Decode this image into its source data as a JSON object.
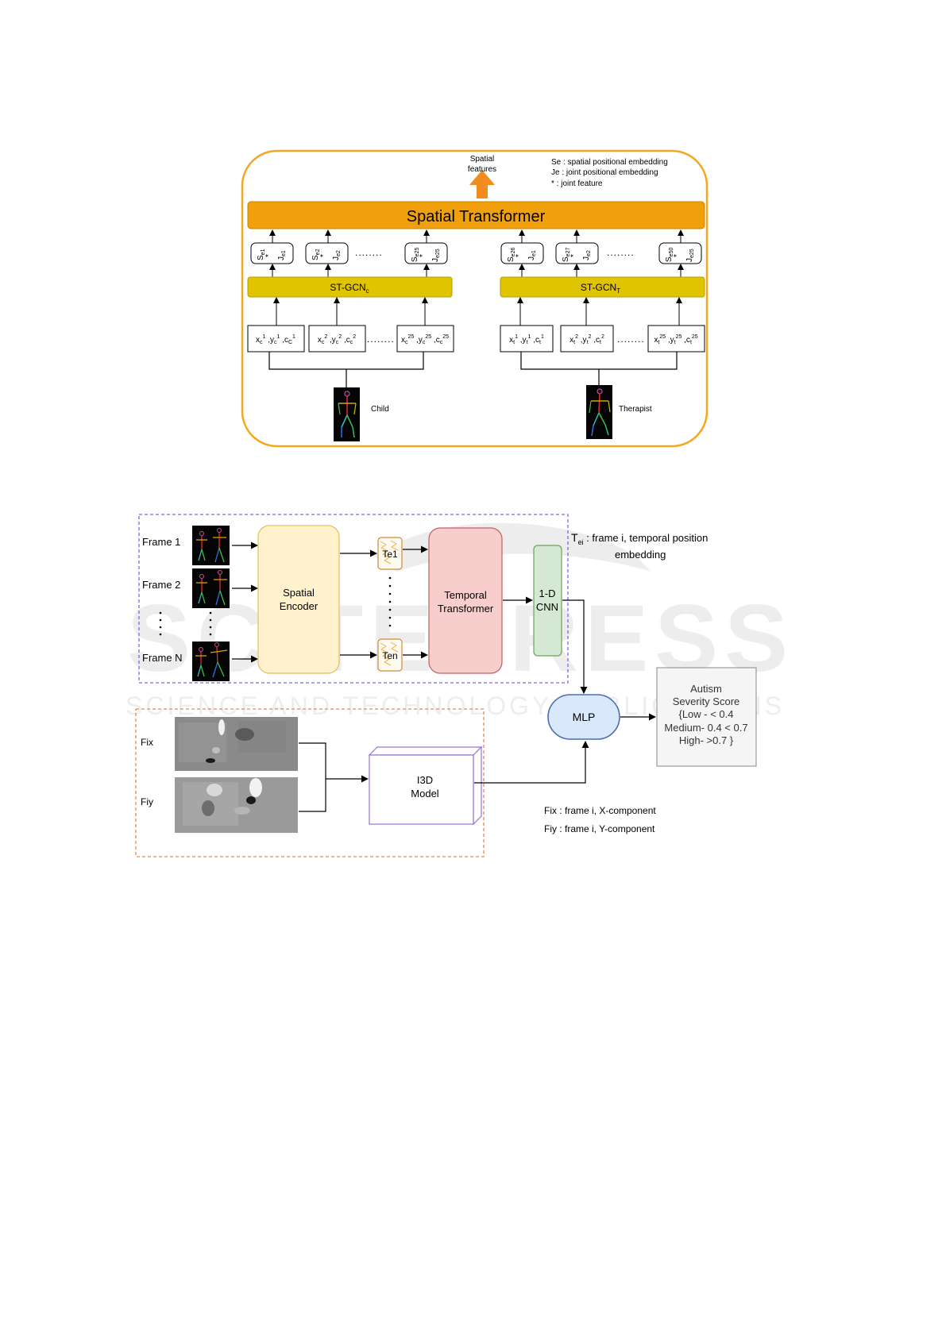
{
  "fig1": {
    "spatial_features": [
      "Spatial",
      "features"
    ],
    "legend": [
      "Se : spatial positional embedding",
      "Je : joint positional embedding",
      "* : joint feature"
    ],
    "title": "Spatial Transformer",
    "gcn_child_base": "ST-GCN",
    "gcn_child_sub": "c",
    "gcn_therapist_base": "ST-GCN",
    "gcn_therapist_sub": "T",
    "emb_child": [
      "S_e1, J_e1",
      "S_e2, J_e2",
      "S_e25, J_e25"
    ],
    "emb_therapist": [
      "S_e26, J_e1",
      "S_e27, J_e2",
      "S_e50, J_e25"
    ],
    "dots": "........",
    "child_label": "Child",
    "therapist_label": "Therapist"
  },
  "fig2": {
    "frames": [
      "Frame 1",
      "Frame 2",
      "Frame N"
    ],
    "spatial_encoder": [
      "Spatial",
      "Encoder"
    ],
    "te_first": "Te1",
    "te_last": "Ten",
    "temporal_transformer": [
      "Temporal",
      "Transformer"
    ],
    "cnn": [
      "1-D",
      "CNN"
    ],
    "tei_note_line1": "frame i, temporal position",
    "tei_note_line2": "embedding",
    "tei_symbol": "T",
    "tei_sub": "ei",
    "mlp": "MLP",
    "score": [
      "Autism",
      "Severity Score",
      "{Low - < 0.4",
      "Medium- 0.4 < 0.7",
      "High- >0.7 }"
    ],
    "fix_label": "Fix",
    "fiy_label": "Fiy",
    "i3d": [
      "I3D",
      "Model"
    ],
    "fix_note": "Fix : frame i, X-component",
    "fiy_note": "Fiy : frame i, Y-component"
  },
  "watermark": {
    "main": "SCITEPRESS",
    "sub": "SCIENCE AND TECHNOLOGY PUBLICATIONS"
  },
  "colors": {
    "orange_border": "#f2a81e",
    "transformer_bar": "#f0a00a",
    "gcn_bar": "#e1c400",
    "encoder_fill": "#fff2cc",
    "encoder_border": "#e0c060",
    "temporal_fill": "#f8cecc",
    "cnn_fill": "#d5e8d4",
    "mlp_fill": "#dae8fc",
    "score_fill": "#f5f5f5",
    "i3d_border": "#9673d6",
    "blue_dash": "#6f6fe0",
    "orange_dash": "#e08a50"
  }
}
